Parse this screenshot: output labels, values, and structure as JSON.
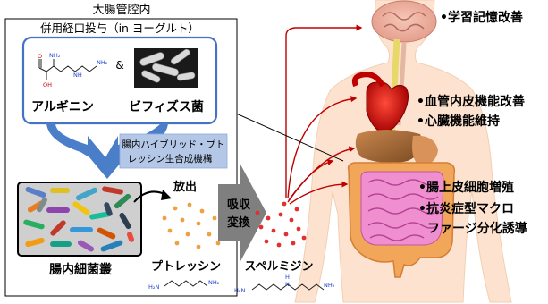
{
  "colon": {
    "title": "大腸管腔内",
    "combo_title": "併用経口投与（in ヨーグルト）",
    "amp": "&",
    "arginine_label": "アルギニン",
    "bifido_label": "ビフィズス菌",
    "mechanism_line1": "腸内ハイブリッド・プト",
    "mechanism_line2": "レッシン生合成機構",
    "release_label": "放出",
    "flora_label": "腸内細菌叢",
    "putrescine_label": "プトレッシン",
    "absorb_line1": "吸収",
    "absorb_line2": "変換",
    "spermidine_label": "スペルミジン"
  },
  "molecules": {
    "o": "O",
    "oh": "OH",
    "nh2": "NH₂",
    "h2n": "H₂N",
    "nh": "NH",
    "h": "H",
    "n": "N"
  },
  "effects": [
    "•学習記憶改善",
    "•血管内皮機能改善",
    "•心臓機能維持",
    "•腸上皮細胞増殖",
    "•抗炎症型マクロ",
    "ファージ分化誘導"
  ],
  "colors": {
    "combo_box_border": "#4472c4",
    "flow_arrow": "#4a7ec8",
    "mechanism_box": "#b4c7e7",
    "absorb_arrow": "#7f7f7f",
    "effect_arrow": "#c00000",
    "body_skin": "#fde3cf"
  }
}
